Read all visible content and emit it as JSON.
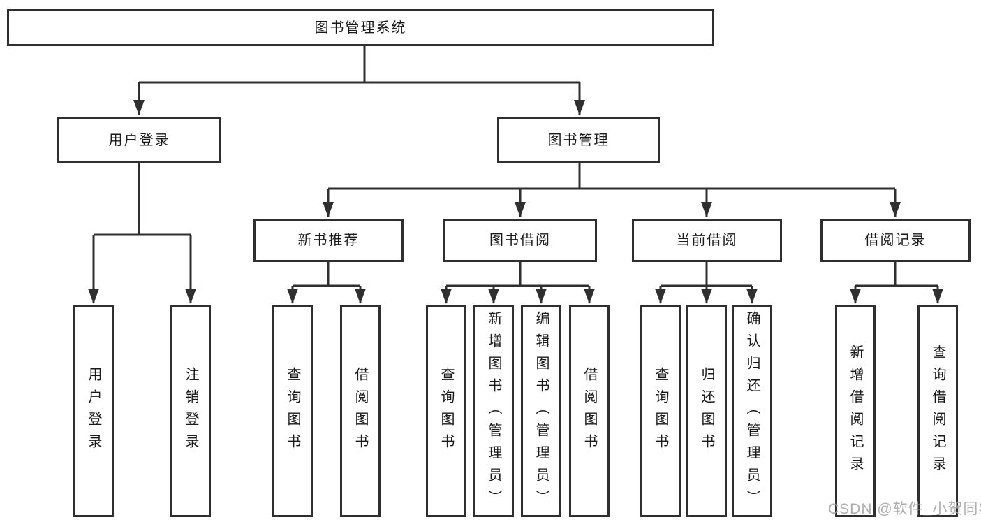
{
  "diagram": {
    "root": {
      "label": "图书管理系统"
    },
    "level2": {
      "user_login": "用户登录",
      "book_management": "图书管理"
    },
    "level3": {
      "new_book_recommend": "新书推荐",
      "book_borrow": "图书借阅",
      "current_borrow": "当前借阅",
      "borrow_records": "借阅记录"
    },
    "leaves": {
      "user_login": [
        "用户登录",
        "注销登录"
      ],
      "new_book_recommend": [
        "查询图书",
        "借阅图书"
      ],
      "book_borrow": [
        "查询图书",
        "新增图书（管理员）",
        "编辑图书（管理员）",
        "借阅图书"
      ],
      "current_borrow": [
        "查询图书",
        "归还图书",
        "确认归还（管理员）"
      ],
      "borrow_records": [
        "新增借阅记录",
        "查询借阅记录"
      ]
    },
    "watermark": "CSDN @软件_小贺同学",
    "colors": {
      "line": "#2f2f2f",
      "text": "#1a1a1a",
      "watermark": "#a6a6a6",
      "background": "#ffffff"
    }
  }
}
